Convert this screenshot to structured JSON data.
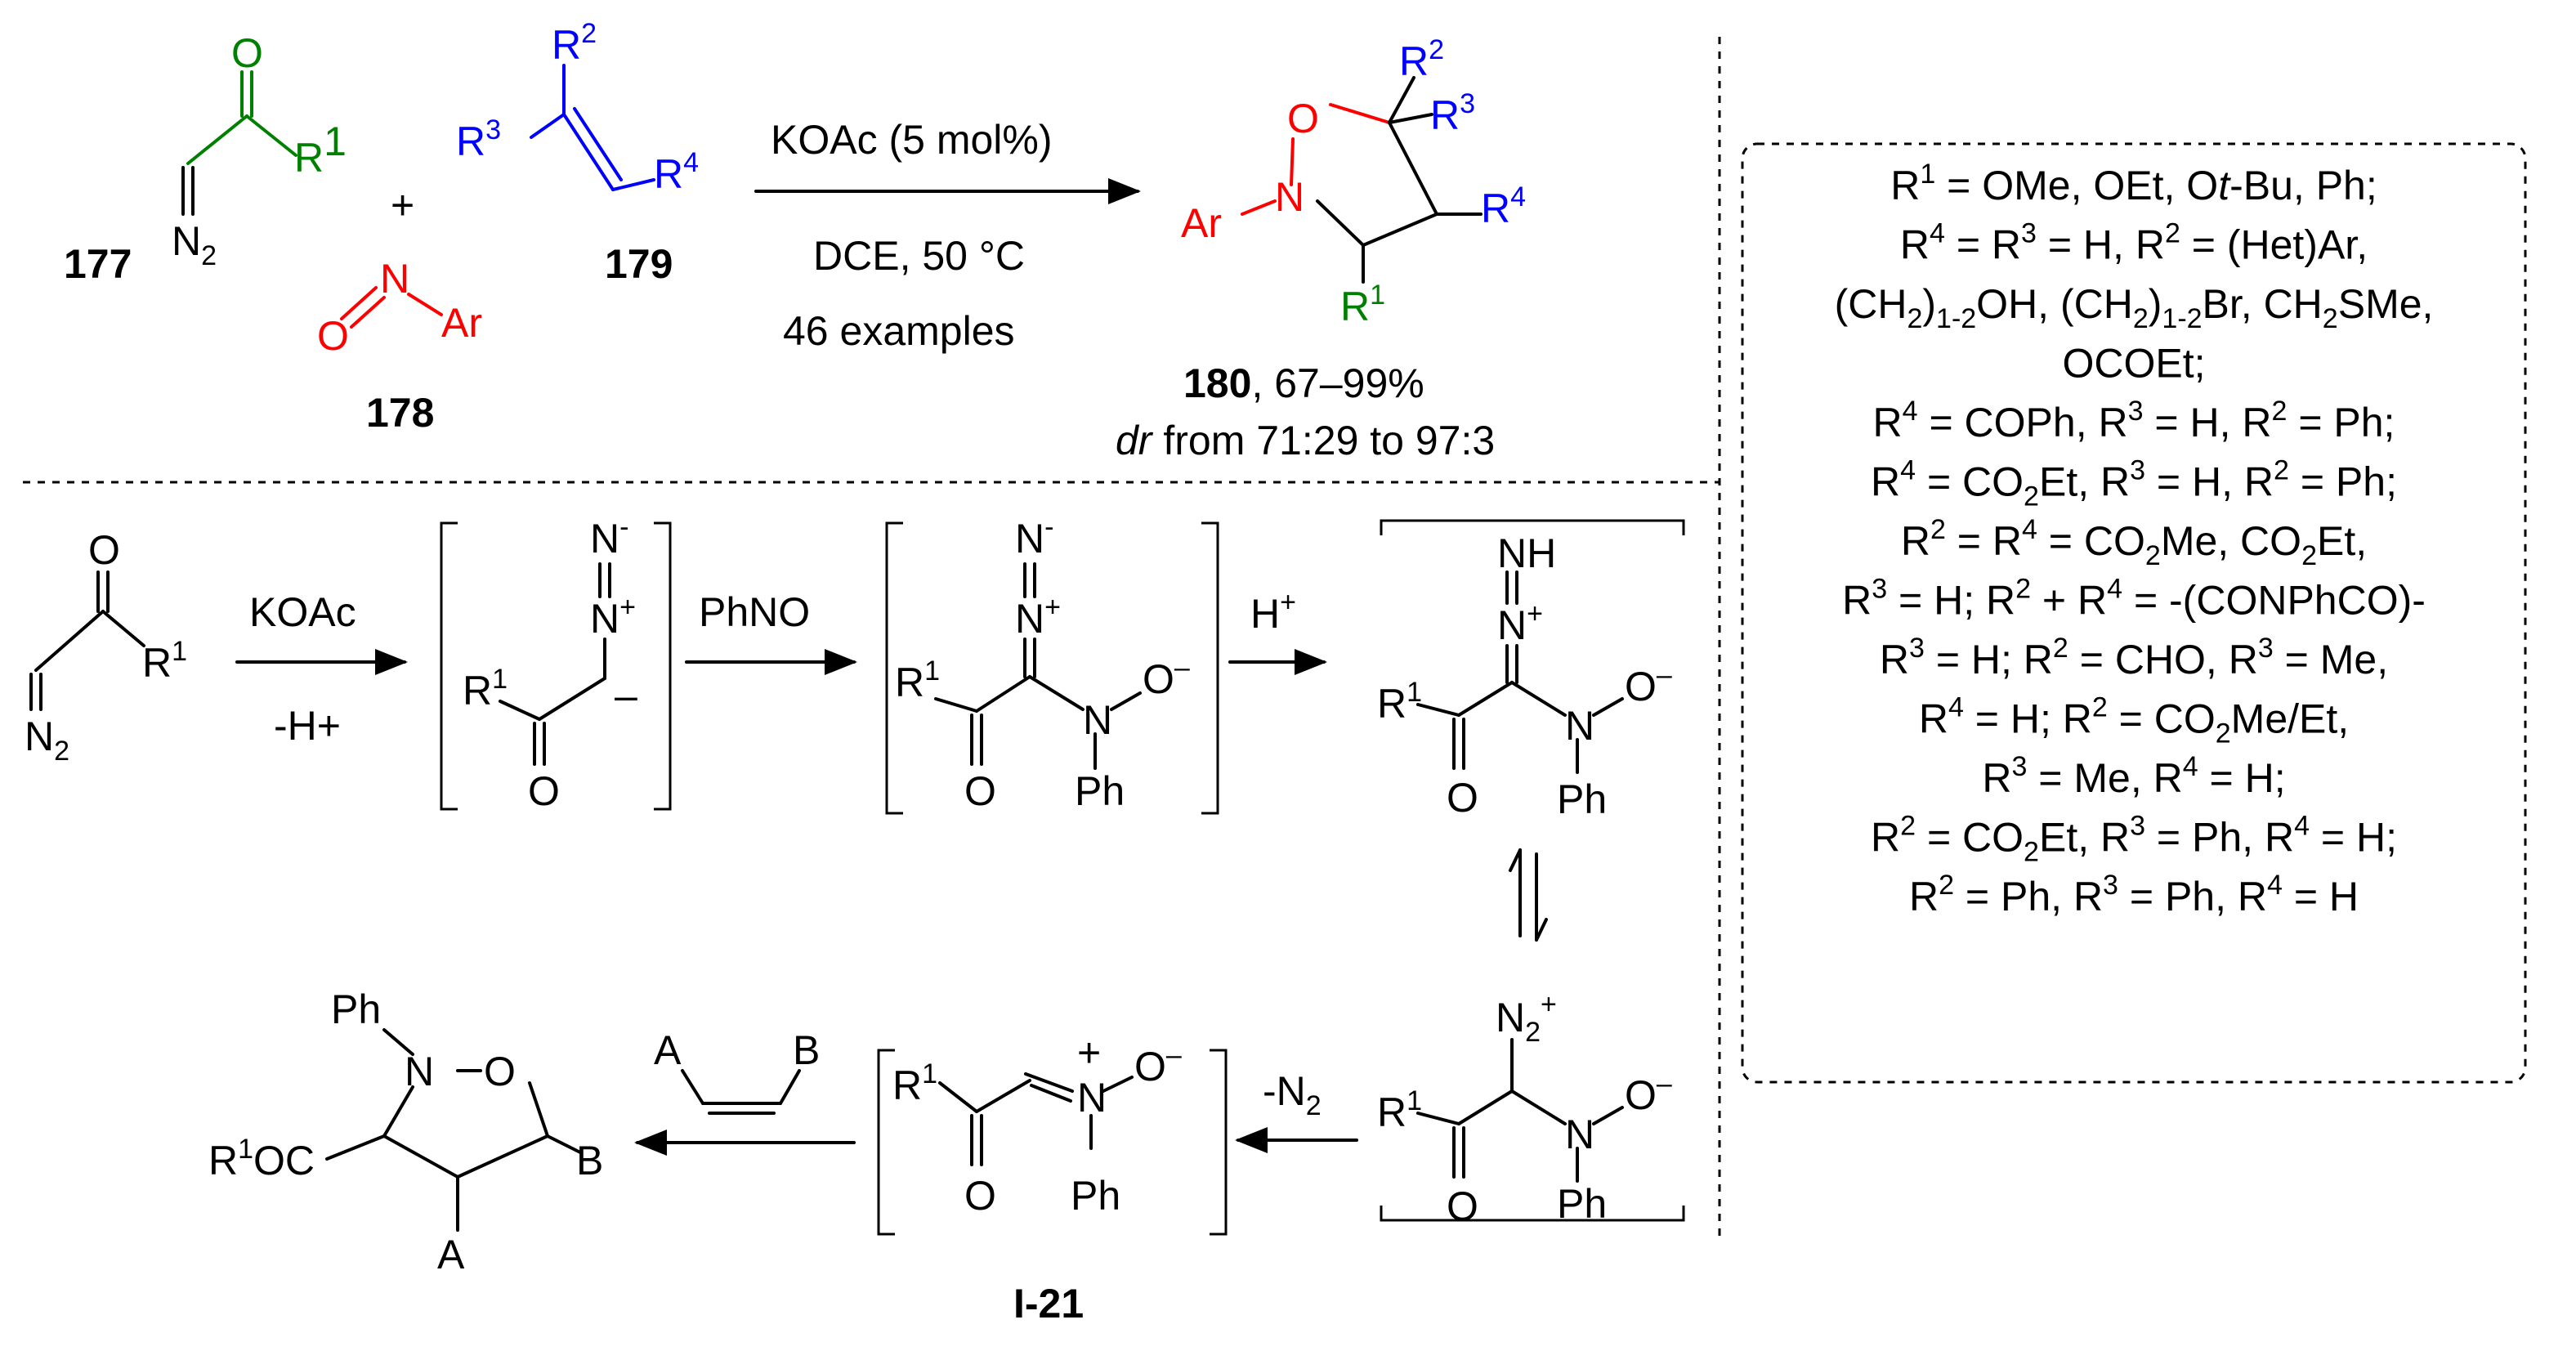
{
  "colors": {
    "green": "#008000",
    "blue": "#0000ff",
    "red": "#ff0000",
    "black": "#000000"
  },
  "top": {
    "c177": {
      "o": "O",
      "r": "R",
      "r_sup": "1",
      "n": "N",
      "n_sub": "2",
      "label": "177"
    },
    "plus": "+",
    "c178": {
      "o": "O",
      "n": "N",
      "ar": "Ar",
      "label": "178"
    },
    "c179": {
      "r2": "R",
      "r2_sup": "2",
      "r3": "R",
      "r3_sup": "3",
      "r4": "R",
      "r4_sup": "4",
      "label": "179"
    },
    "arrow": {
      "reagent": "KOAc (5 mol%)",
      "conditions": "DCE, 50 °C",
      "examples": "46 examples"
    },
    "c180": {
      "o": "O",
      "n": "N",
      "ar": "Ar",
      "r1": "R",
      "r1_sup": "1",
      "r2": "R",
      "r2_sup": "2",
      "r3": "R",
      "r3_sup": "3",
      "r4": "R",
      "r4_sup": "4",
      "label": "180",
      "yield": ", 67–99%",
      "dr_italic": "dr",
      "dr_rest": " from 71:29 to 97:3"
    }
  },
  "mechanism": {
    "start": {
      "o": "O",
      "r": "R",
      "r_sup": "1",
      "n": "N",
      "n_sub": "2"
    },
    "arrow1": {
      "top": "KOAc",
      "bottom": "-H+"
    },
    "int1": {
      "n_top": "N",
      "n_top_sup": "-",
      "n_mid": "N",
      "n_mid_sup": "+",
      "r": "R",
      "r_sup": "1",
      "o": "O",
      "minus": "–"
    },
    "arrow2": {
      "top": "PhNO"
    },
    "int2": {
      "n_top": "N",
      "n_top_sup": "-",
      "n_mid": "N",
      "n_mid_sup": "+",
      "r": "R",
      "r_sup": "1",
      "o": "O",
      "n": "N",
      "o_minus": "O",
      "o_minus_sup": "–",
      "ph": "Ph"
    },
    "arrow3": {
      "top": "H",
      "top_sup": "+"
    },
    "int3": {
      "nh": "NH",
      "n_mid": "N",
      "n_mid_sup": "+",
      "r": "R",
      "r_sup": "1",
      "o": "O",
      "n": "N",
      "o_minus": "O",
      "o_minus_sup": "–",
      "ph": "Ph"
    },
    "int4": {
      "n2": "N",
      "n2_sub": "2",
      "n2_sup": "+",
      "r": "R",
      "r_sup": "1",
      "o": "O",
      "n": "N",
      "o_minus": "O",
      "o_minus_sup": "–",
      "ph": "Ph"
    },
    "arrow4": {
      "label": "-N",
      "label_sub": "2"
    },
    "i21": {
      "r": "R",
      "r_sup": "1",
      "o": "O",
      "n_plus": "+",
      "n": "N",
      "o_minus": "O",
      "o_minus_sup": "–",
      "ph": "Ph",
      "label": "I-21"
    },
    "alkene": {
      "a": "A",
      "b": "B"
    },
    "product": {
      "ph": "Ph",
      "n": "N",
      "o": "O",
      "r1oc": "R",
      "r1oc_sup": "1",
      "r1oc_rest": "OC",
      "b": "B",
      "a": "A"
    }
  },
  "scope": {
    "lines": [
      [
        [
          "R"
        ],
        [
          "1",
          "sup"
        ],
        [
          " = OMe, OEt, O"
        ],
        [
          "t",
          "i"
        ],
        [
          "-Bu, Ph;"
        ]
      ],
      [
        [
          "R"
        ],
        [
          "4",
          "sup"
        ],
        [
          " = R"
        ],
        [
          "3",
          "sup"
        ],
        [
          " = H, R"
        ],
        [
          "2",
          "sup"
        ],
        [
          " = (Het)Ar,"
        ]
      ],
      [
        [
          "(CH"
        ],
        [
          "2",
          "sub"
        ],
        [
          ")"
        ],
        [
          "1-2",
          "sub"
        ],
        [
          "OH, (CH"
        ],
        [
          "2",
          "sub"
        ],
        [
          ")"
        ],
        [
          "1-2",
          "sub"
        ],
        [
          "Br, CH"
        ],
        [
          "2",
          "sub"
        ],
        [
          "SMe,"
        ]
      ],
      [
        [
          "OCOEt;"
        ]
      ],
      [
        [
          "R"
        ],
        [
          "4",
          "sup"
        ],
        [
          " = COPh, R"
        ],
        [
          "3",
          "sup"
        ],
        [
          " = H, R"
        ],
        [
          "2",
          "sup"
        ],
        [
          " = Ph;"
        ]
      ],
      [
        [
          "R"
        ],
        [
          "4",
          "sup"
        ],
        [
          " = CO"
        ],
        [
          "2",
          "sub"
        ],
        [
          "Et, R"
        ],
        [
          "3",
          "sup"
        ],
        [
          " = H, R"
        ],
        [
          "2",
          "sup"
        ],
        [
          " = Ph;"
        ]
      ],
      [
        [
          "R"
        ],
        [
          "2",
          "sup"
        ],
        [
          " = R"
        ],
        [
          "4",
          "sup"
        ],
        [
          " = CO"
        ],
        [
          "2",
          "sub"
        ],
        [
          "Me, CO"
        ],
        [
          "2",
          "sub"
        ],
        [
          "Et,"
        ]
      ],
      [
        [
          "R"
        ],
        [
          "3",
          "sup"
        ],
        [
          " = H; R"
        ],
        [
          "2",
          "sup"
        ],
        [
          " + R"
        ],
        [
          "4",
          "sup"
        ],
        [
          " = -(CONPhCO)-"
        ]
      ],
      [
        [
          "R"
        ],
        [
          "3",
          "sup"
        ],
        [
          " = H; R"
        ],
        [
          "2",
          "sup"
        ],
        [
          " = CHO, R"
        ],
        [
          "3",
          "sup"
        ],
        [
          " = Me,"
        ]
      ],
      [
        [
          "R"
        ],
        [
          "4",
          "sup"
        ],
        [
          " = H; R"
        ],
        [
          "2",
          "sup"
        ],
        [
          " = CO"
        ],
        [
          "2",
          "sub"
        ],
        [
          "Me/Et,"
        ]
      ],
      [
        [
          "R"
        ],
        [
          "3",
          "sup"
        ],
        [
          " = Me, R"
        ],
        [
          "4",
          "sup"
        ],
        [
          " = H;"
        ]
      ],
      [
        [
          "R"
        ],
        [
          "2",
          "sup"
        ],
        [
          " = CO"
        ],
        [
          "2",
          "sub"
        ],
        [
          "Et, R"
        ],
        [
          "3",
          "sup"
        ],
        [
          " = Ph, R"
        ],
        [
          "4",
          "sup"
        ],
        [
          " = H;"
        ]
      ],
      [
        [
          "R"
        ],
        [
          "2",
          "sup"
        ],
        [
          " = Ph, R"
        ],
        [
          "3",
          "sup"
        ],
        [
          " = Ph, R"
        ],
        [
          "4",
          "sup"
        ],
        [
          " = H"
        ]
      ]
    ]
  }
}
